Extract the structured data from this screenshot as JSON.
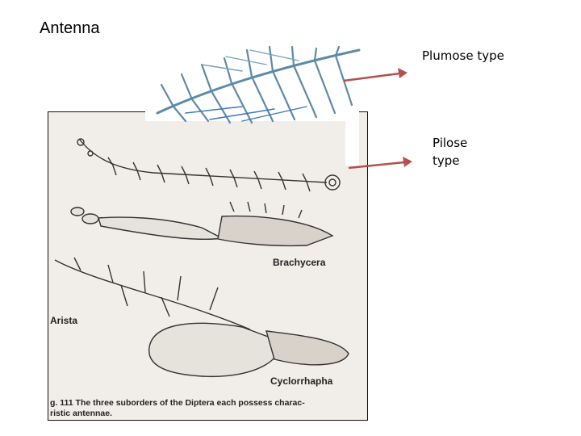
{
  "title": "Antenna",
  "labels": {
    "plumose": "Plumose type",
    "pilose_line1": "Pilose",
    "pilose_line2": "type"
  },
  "figure": {
    "brachycera": "Brachycera",
    "arista": "Arista",
    "cyclorrhapha": "Cyclorrhapha",
    "caption_line1": "g. 111   The three suborders of the Diptera each possess charac-",
    "caption_line2": "ristic antennae."
  },
  "colors": {
    "arrow": "#b5504a",
    "plumose_feather": "#5c8aa8",
    "figure_bg": "#f1eeea"
  }
}
